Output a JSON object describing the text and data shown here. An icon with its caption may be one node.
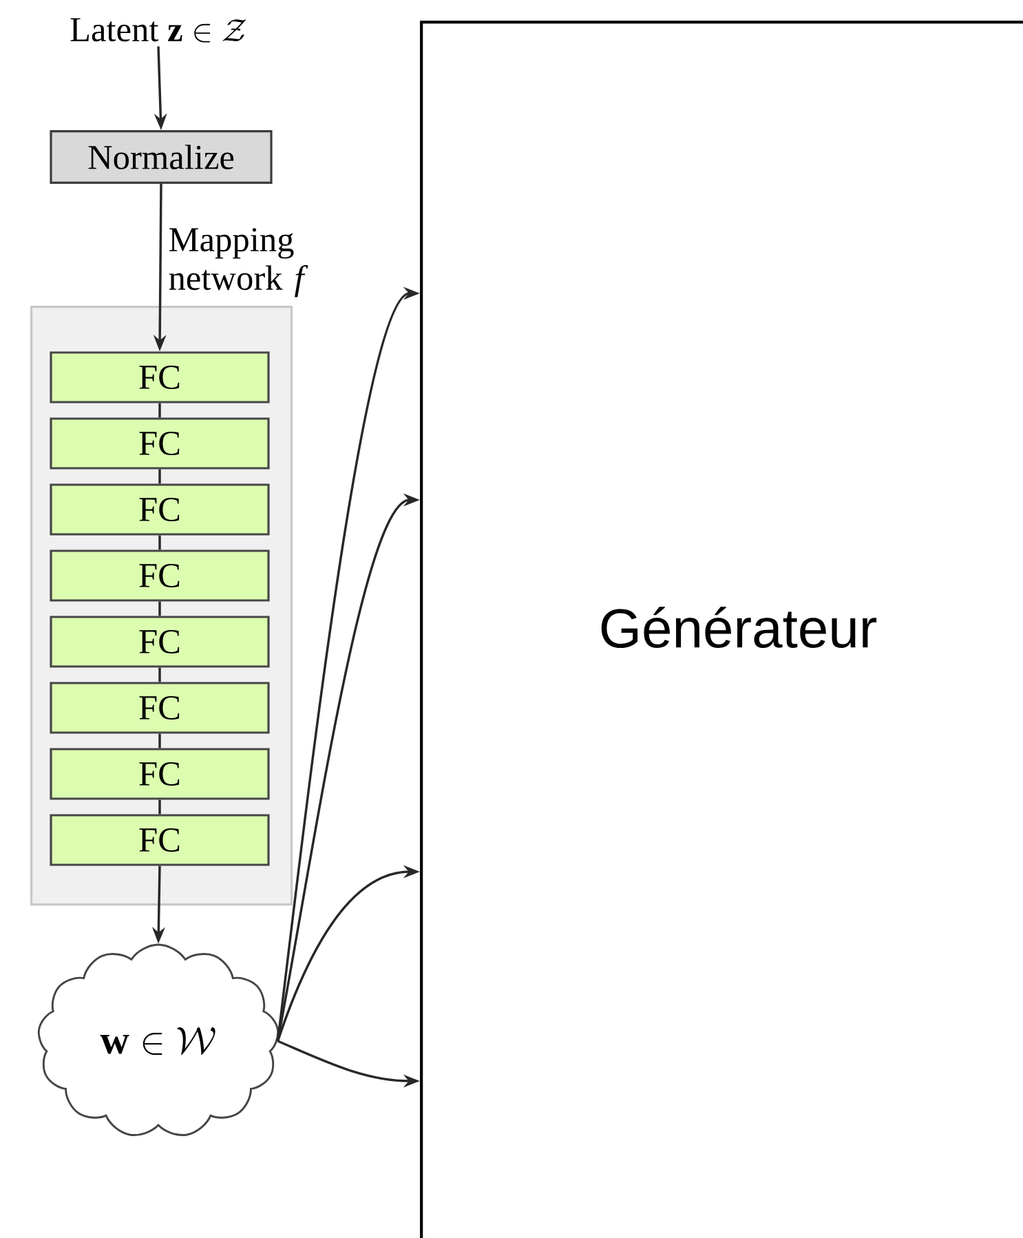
{
  "diagram": {
    "nodes": [
      {
        "text": [
          "Latent",
          "\\mathbf{z} \\in \\mathcal{Z}"
        ]
      },
      {
        "text": [
          "Normalize"
        ]
      },
      {
        "text": [
          "Mapping network *f*"
        ]
      },
      {
        "text": [
          "FC"
        ],
        "in": 2
      },
      {
        "text": [
          "FC"
        ],
        "in": 2
      },
      {
        "text": [
          "FC"
        ],
        "in": 2
      },
      {
        "text": [
          "FC"
        ],
        "in": 2
      },
      {
        "text": [
          "FC"
        ],
        "in": 2
      },
      {
        "text": [
          "FC"
        ],
        "in": 2
      },
      {
        "text": [
          "FC"
        ],
        "in": 2
      },
      {
        "text": [
          "FC"
        ],
        "in": 2
      },
      {
        "text": [
          "\\mathbf{w} \\in \\mathcal{W}"
        ]
      },
      {
        "text": [
          "Générateur"
        ]
      }
    ],
    "edges": [
      {
        "from": 0,
        "to": 1,
        "arrow": "to"
      },
      {
        "from": 1,
        "to": 3,
        "arrow": "to"
      },
      {
        "from": 3,
        "to": 4,
        "arrow": "none"
      },
      {
        "from": 4,
        "to": 5,
        "arrow": "none"
      },
      {
        "from": 5,
        "to": 6,
        "arrow": "none"
      },
      {
        "from": 6,
        "to": 7,
        "arrow": "none"
      },
      {
        "from": 7,
        "to": 8,
        "arrow": "none"
      },
      {
        "from": 8,
        "to": 9,
        "arrow": "none"
      },
      {
        "from": 9,
        "to": 10,
        "arrow": "none"
      },
      {
        "from": 10,
        "to": 11,
        "arrow": "to"
      },
      {
        "from": 11,
        "to": 12,
        "arrow": "to"
      },
      {
        "from": 11,
        "to": 12,
        "arrow": "to"
      },
      {
        "from": 11,
        "to": 12,
        "arrow": "to"
      },
      {
        "from": 11,
        "to": 12,
        "arrow": "to"
      }
    ]
  }
}
